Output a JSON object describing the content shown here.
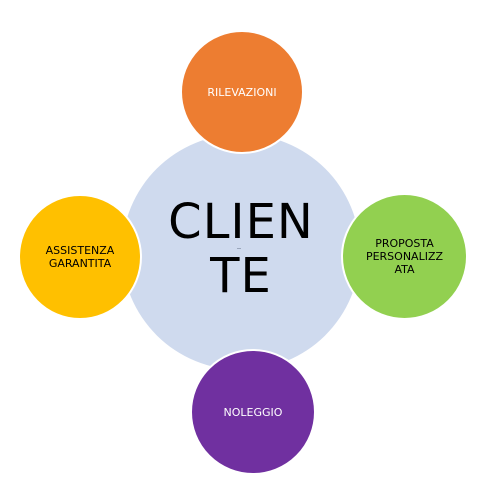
{
  "center": {
    "label_line1": "CLIEN",
    "label_line2": "TE",
    "color": "#cfdaee"
  },
  "nodes": {
    "top": {
      "label": "RILEVAZIONI",
      "color": "#ed7d31"
    },
    "right": {
      "label_line1": "PROPOSTA",
      "label_line2": "PERSONALIZZ",
      "label_line3": "ATA",
      "color": "#92d050"
    },
    "bottom": {
      "label": "NOLEGGIO",
      "color": "#7030a0"
    },
    "left": {
      "label_line1": "ASSISTENZA",
      "label_line2": "GARANTITA",
      "color": "#ffc000"
    }
  }
}
